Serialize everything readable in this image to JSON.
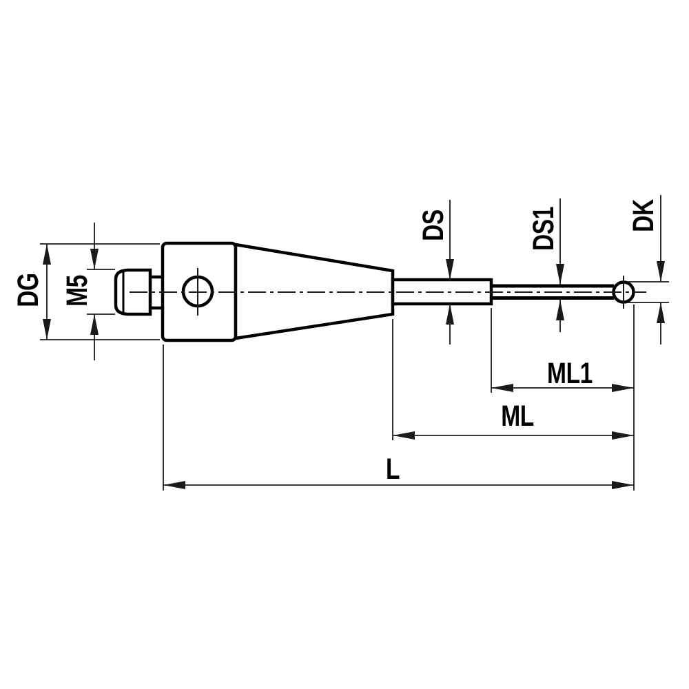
{
  "drawing": {
    "kind": "stylus-dimension-drawing",
    "background_color": "#ffffff",
    "line_color": "#000000",
    "dim_line_color": "#1a1a1a"
  },
  "labels": {
    "dg": "DG",
    "m5": "M5",
    "ds": "DS",
    "ds1": "DS1",
    "dk": "DK",
    "ml1": "ML1",
    "ml": "ML",
    "l": "L"
  }
}
